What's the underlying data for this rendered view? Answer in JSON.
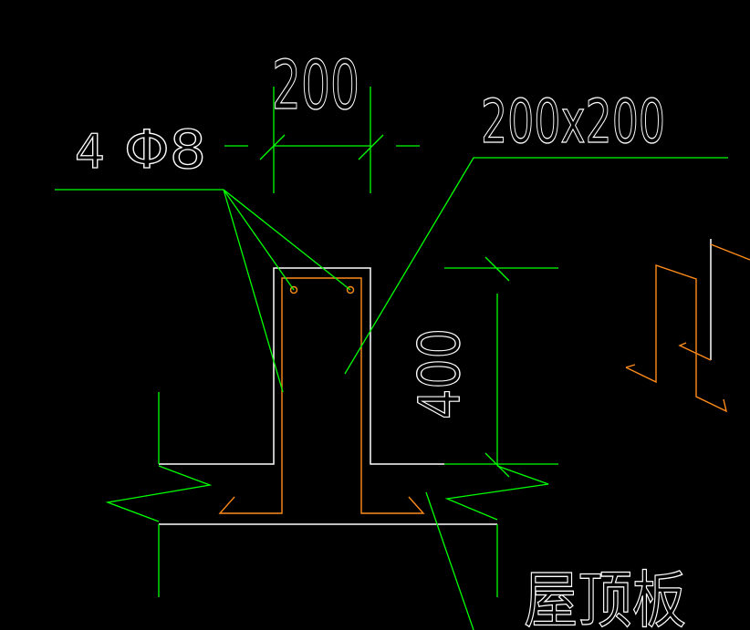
{
  "drawing": {
    "rebar_count": "4",
    "rebar_spec": "Φ8",
    "width_dim": "200",
    "section_label": "200x200",
    "height_dim": "400",
    "slab_label": "屋顶板"
  },
  "colors": {
    "background": "#000000",
    "outline": "#ffffff",
    "dimension": "#00ff00",
    "rebar": "#ff8c1a"
  }
}
